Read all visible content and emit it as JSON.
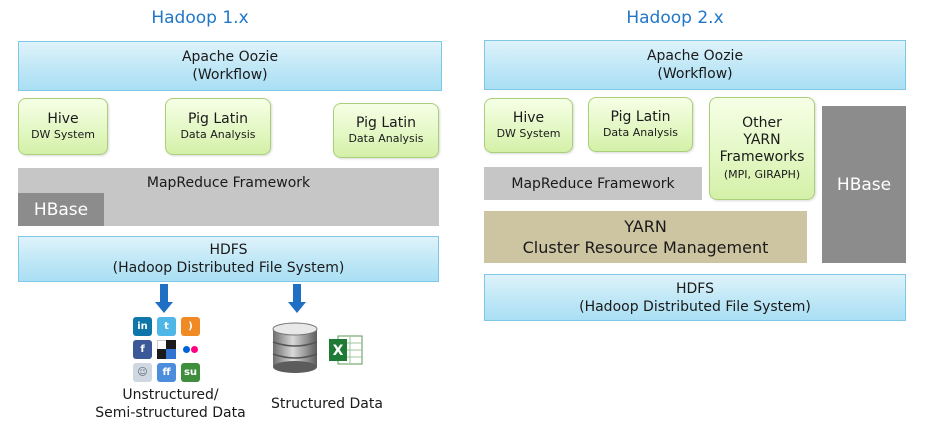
{
  "left": {
    "title": "Hadoop 1.x",
    "oozie": {
      "line1": "Apache Oozie",
      "line2": "(Workflow)"
    },
    "hive": {
      "name": "Hive",
      "sub": "DW System"
    },
    "pig1": {
      "name": "Pig Latin",
      "sub": "Data Analysis"
    },
    "pig2": {
      "name": "Pig Latin",
      "sub": "Data Analysis"
    },
    "mapreduce": "MapReduce Framework",
    "hbase": "HBase",
    "hdfs": {
      "line1": "HDFS",
      "line2": "(Hadoop Distributed File System)"
    },
    "unstructured_caption": {
      "line1": "Unstructured/",
      "line2": "Semi-structured Data"
    },
    "structured_caption": "Structured Data"
  },
  "right": {
    "title": "Hadoop 2.x",
    "oozie": {
      "line1": "Apache Oozie",
      "line2": "(Workflow)"
    },
    "hive": {
      "name": "Hive",
      "sub": "DW System"
    },
    "pig": {
      "name": "Pig Latin",
      "sub": "Data Analysis"
    },
    "other": {
      "line1": "Other",
      "line2": "YARN",
      "line3": "Frameworks",
      "sub": "(MPI, GIRAPH)"
    },
    "mapreduce": "MapReduce Framework",
    "hbase": "HBase",
    "yarn": {
      "line1": "YARN",
      "line2": "Cluster Resource Management"
    },
    "hdfs": {
      "line1": "HDFS",
      "line2": "(Hadoop Distributed File System)"
    }
  },
  "icons": {
    "social": [
      "linkedin-icon",
      "twitter-icon",
      "rss-icon",
      "facebook-icon",
      "delicious-icon",
      "flickr-icon",
      "myspace-icon",
      "friendfeed-icon",
      "stumbleupon-icon"
    ],
    "database": "database-icon",
    "excel": "excel-icon"
  },
  "colors": {
    "title": "#1f77c9",
    "hdfs_blue": "#bfe7f6",
    "framework_green": "#e2f7c2",
    "mapreduce_gray": "#c6c6c6",
    "hbase_gray": "#8c8c8c",
    "yarn_tan": "#cdc4a2",
    "arrow": "#1f6fc5"
  }
}
